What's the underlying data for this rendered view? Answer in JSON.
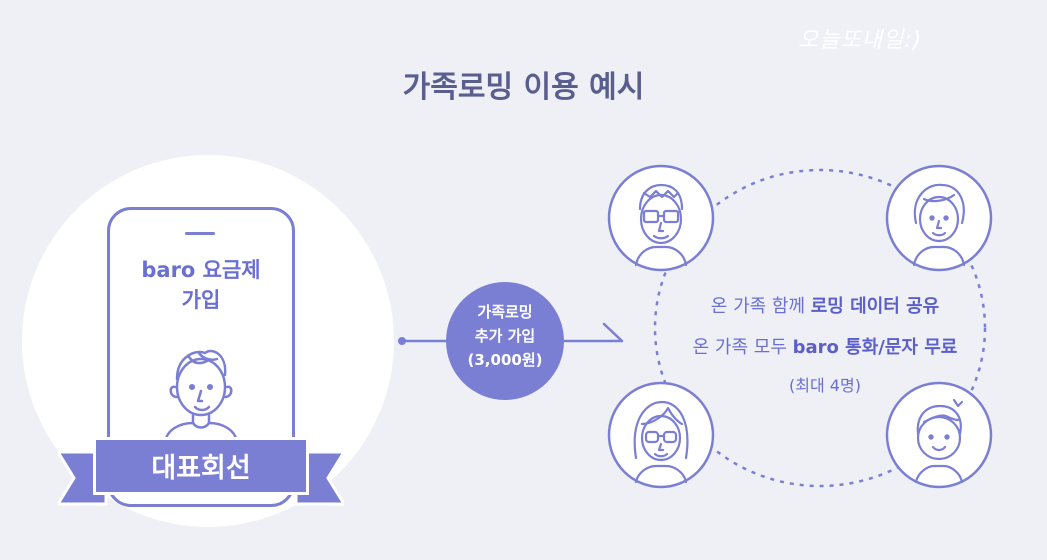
{
  "brand": {
    "text": "오늘또내일:)"
  },
  "title": "가족로밍 이용 예시",
  "phone": {
    "line1": "baro 요금제",
    "line2": "가입"
  },
  "ribbon": {
    "label": "대표회선"
  },
  "action": {
    "line1": "가족로밍",
    "line2": "추가 가입",
    "line3": "(3,000원)"
  },
  "benefits": {
    "line1_prefix": "온 가족 함께 ",
    "line1_bold": "로밍 데이터 공유",
    "line2_prefix": "온 가족 모두 ",
    "line2_bold": "baro 통화/문자 무료",
    "line3": "(최대 4명)"
  },
  "colors": {
    "accent": "#7b7fd4",
    "title": "#5a5e8f",
    "background": "#eef0f6",
    "line": "#7b7fd4"
  },
  "icons": [
    "man-glasses-icon",
    "grandmother-icon",
    "woman-glasses-icon",
    "child-icon",
    "representative-person-icon",
    "arrow-icon"
  ]
}
